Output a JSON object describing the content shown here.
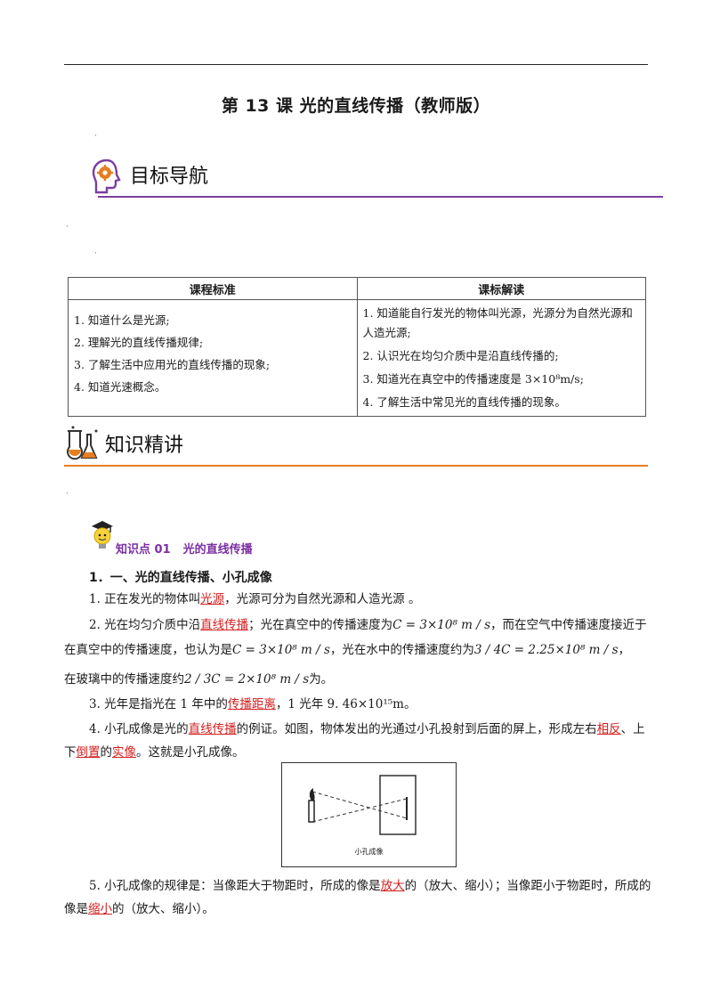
{
  "title": "第 13 课    光的直线传播（教师版）",
  "section1": {
    "label": "目标导航",
    "icon": "brain-gear-icon"
  },
  "table": {
    "headers": [
      "课程标准",
      "课标解读"
    ],
    "left": [
      "1. 知道什么是光源;",
      "2. 理解光的直线传播规律;",
      "3. 了解生活中应用光的直线传播的现象;",
      "4. 知道光速概念。"
    ],
    "right": [
      "1. 知道能自行发光的物体叫光源，光源分为自然光源和人造光源;",
      "2. 认识光在均匀介质中是沿直线传播的;",
      "3. 知道光在真空中的传播速度是 3×10⁸m/s;",
      "4. 了解生活中常见光的直线传播的现象。"
    ]
  },
  "section2": {
    "label": "知识精讲",
    "icon": "lab-flask-icon"
  },
  "knowledge_point": {
    "badge": "知识点 01",
    "title": "光的直线传播",
    "icon": "graduate-bulb-icon"
  },
  "subheading": "1．一、光的直线传播、小孔成像",
  "p1": {
    "a": "1. 正在发光的物体叫",
    "r1": "光源",
    "b": "，光源可分为自然光源和人造光源 。"
  },
  "p2": {
    "a": "2. 光在均匀介质中沿",
    "r1": "直线传播",
    "b": "；光在真空中的传播速度为",
    "m1": "C = 3×10⁸ m / s",
    "c": "，而在空气中传播速度接近于在真空中的传播速度，也认为是",
    "m2": "C = 3×10⁸ m / s",
    "d": "，光在水中的传播速度约为",
    "m3": "3 / 4C = 2.25×10⁸ m / s",
    "e": "，",
    "f": "在玻璃中的传播速度约",
    "m4": "2 / 3C = 2×10⁸ m / s",
    "g": "为。"
  },
  "p3": {
    "a": "3. 光年是指光在 1 年中的",
    "r1": "传播距离",
    "b": "，1 光年 9. 46×10¹⁵m。"
  },
  "p4": {
    "a": "4. 小孔成像是光的",
    "r1": "直线传播",
    "b": "的例证。如图，物体发出的光通过小孔投射到后面的屏上，形成左右",
    "r2": "相反",
    "c": "、上下",
    "r3": "倒置",
    "d": "的",
    "r4": "实像",
    "e": "。这就是小孔成像。"
  },
  "figure_caption": "小孔成像",
  "p5": {
    "a": "5. 小孔成像的规律是：当像距大于物距时，所成的像是",
    "r1": "放大",
    "b": "的（放大、缩小）；当像距小于物距时，所成的像是",
    "r2": "缩小",
    "c": "的（放大、缩小）。"
  },
  "colors": {
    "purple": "#7b3fa0",
    "orange": "#e67e22",
    "red": "#d42020"
  }
}
